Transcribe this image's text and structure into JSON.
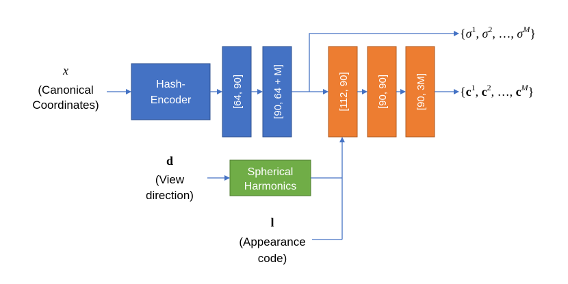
{
  "inputs": {
    "x": {
      "symbol": "x",
      "line1": "(Canonical",
      "line2": "Coordinates)"
    },
    "d": {
      "symbol": "d",
      "line1": "(View",
      "line2": "direction)"
    },
    "l": {
      "symbol": "l",
      "line1": "(Appearance",
      "line2": "code)"
    }
  },
  "blocks": {
    "hash_encoder": {
      "line1": "Hash-",
      "line2": "Encoder"
    },
    "layer_64_90": "[64, 90]",
    "layer_90_64m": "[90, 64 + M]",
    "layer_112_90": "[112, 90]",
    "layer_90_90": "[90, 90]",
    "layer_90_3m": "[90, 3M]",
    "spherical_harmonics": {
      "line1": "Spherical",
      "line2": "Harmonics"
    }
  },
  "outputs": {
    "sigma": {
      "open": "{",
      "sym": "σ",
      "mid": ", ",
      "ellipsis": "…",
      "close": "}",
      "sup1": "1",
      "sup2": "2",
      "supM": "M"
    },
    "color": {
      "open": "{",
      "sym": "c",
      "mid": ", ",
      "ellipsis": "…",
      "close": "}",
      "sup1": "1",
      "sup2": "2",
      "supM": "M"
    }
  },
  "colors": {
    "blue": "#4472c4",
    "blue_border": "#2f528f",
    "orange": "#ed7d31",
    "orange_border": "#ae5a21",
    "green": "#70ad47",
    "green_border": "#507e32",
    "arrow": "#4472c4"
  }
}
